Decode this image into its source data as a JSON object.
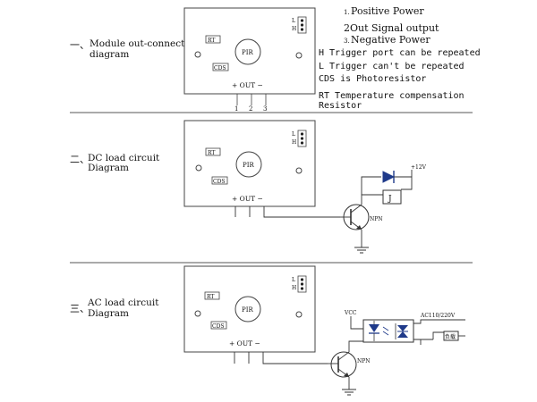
{
  "section1": {
    "prefix": "一、",
    "title_line1": "Module out-connect",
    "title_line2": "diagram",
    "pin_numbers": [
      "1",
      "2",
      "3"
    ],
    "notes": {
      "positive_num": "1.",
      "positive_text": "Positive Power",
      "out_num": "2",
      "out_text": "Out Signal output",
      "negative_num": "3.",
      "negative_text": "Negative Power",
      "h_trigger": "H Trigger port can be repeated",
      "l_trigger": "L Trigger can't be repeated",
      "cds": "CDS is Photoresistor",
      "rt_line1": "RT Temperature compensation",
      "rt_line2": "Resistor"
    }
  },
  "section2": {
    "prefix": "二、",
    "title_line1": "DC load circuit",
    "title_line2": "Diagram",
    "supply_label": "+12V",
    "relay_label": "J",
    "transistor_label": "NPN"
  },
  "section3": {
    "prefix": "三、",
    "title_line1": "AC load circuit",
    "title_line2": "Diagram",
    "vcc_label": "VCC",
    "ac_label": "AC110/220V",
    "load_label": "负载",
    "transistor_label": "NPN"
  },
  "module": {
    "rt": "RT",
    "cds": "CDS",
    "pir": "PIR",
    "l": "L",
    "h": "H",
    "pins": "+ OUT −"
  }
}
